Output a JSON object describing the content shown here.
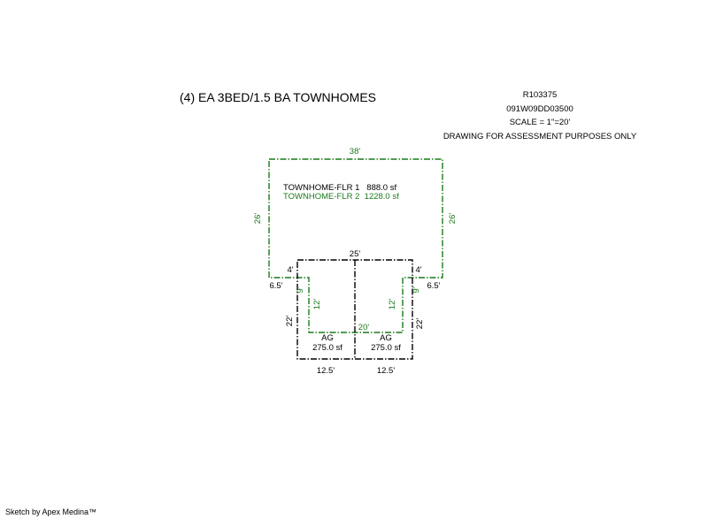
{
  "title": "(4) EA 3BED/1.5 BA TOWNHOMES",
  "parcel_id": "R103375",
  "map_number": "091W09DD03500",
  "scale": "SCALE = 1\"=20'",
  "purpose": "DRAWING FOR ASSESSMENT PURPOSES ONLY",
  "credit": "Sketch by Apex Medina™",
  "areas": {
    "floor1": "TOWNHOME-FLR 1   888.0 sf",
    "floor2": "TOWNHOME-FLR 2  1228.0 sf",
    "ag_left_name": "AG",
    "ag_left_area": "275.0 sf",
    "ag_right_name": "AG",
    "ag_right_area": "275.0 sf"
  },
  "dims": {
    "top": "38'",
    "left_side": "26'",
    "right_side": "26'",
    "inner_top": "25'",
    "left_4": "4'",
    "right_4": "4'",
    "left_65": "6.5'",
    "right_65": "6.5'",
    "left_9": "9'",
    "right_9": "9'",
    "left_12": "12'",
    "right_12": "12'",
    "left_22": "22'",
    "right_22": "22'",
    "middle_20": "20'",
    "bottom_left": "12.5'",
    "bottom_right": "12.5'"
  },
  "colors": {
    "floor1_line": "#000000",
    "floor2_line": "#1a7a1a"
  }
}
